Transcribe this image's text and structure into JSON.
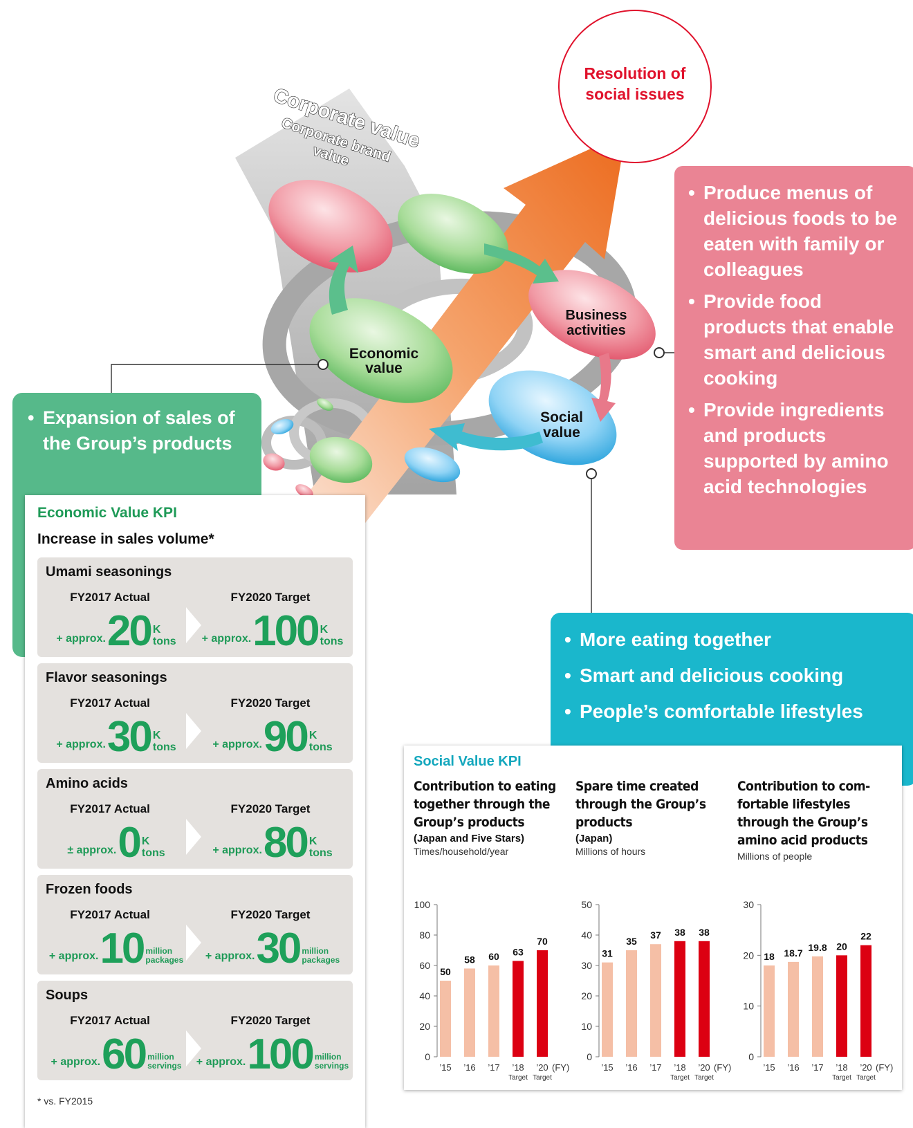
{
  "diagram": {
    "resolution_label_1": "Resolution of",
    "resolution_label_2": "social issues",
    "corporate_value": "Corporate value",
    "corporate_brand_1": "Corporate brand",
    "corporate_brand_2": "value",
    "business_1": "Business",
    "business_2": "activities",
    "economic_1": "Economic",
    "economic_2": "value",
    "social_1": "Social",
    "social_2": "value"
  },
  "green_box": {
    "items": [
      "Expansion of sales of the Group’s products"
    ]
  },
  "pink_box": {
    "items": [
      "Produce menus of delicious foods to be eaten with family or colleagues",
      "Provide food products that enable smart and delicious cooking",
      "Provide ingredients and products supported by amino acid technologies"
    ]
  },
  "teal_box": {
    "items": [
      "More eating together",
      "Smart and delicious cooking",
      "People’s comfortable lifestyles"
    ]
  },
  "economic_kpi": {
    "title": "Economic Value KPI",
    "subtitle": "Increase in sales volume*",
    "col_actual": "FY2017 Actual",
    "col_target": "FY2020 Target",
    "footnote": "* vs. FY2015",
    "cards": [
      {
        "name": "Umami seasonings",
        "actual_prefix": "+ approx.",
        "actual": "20",
        "target_prefix": "+ approx.",
        "target": "100",
        "unit_1": "K",
        "unit_2": "tons"
      },
      {
        "name": "Flavor seasonings",
        "actual_prefix": "+ approx.",
        "actual": "30",
        "target_prefix": "+ approx.",
        "target": "90",
        "unit_1": "K",
        "unit_2": "tons"
      },
      {
        "name": "Amino acids",
        "actual_prefix": "± approx.",
        "actual": "0",
        "target_prefix": "+ approx.",
        "target": "80",
        "unit_1": "K",
        "unit_2": "tons"
      },
      {
        "name": "Frozen foods",
        "actual_prefix": "+ approx.",
        "actual": "10",
        "target_prefix": "+ approx.",
        "target": "30",
        "unit_1": "million",
        "unit_2": "packages"
      },
      {
        "name": "Soups",
        "actual_prefix": "+ approx.",
        "actual": "60",
        "target_prefix": "+ approx.",
        "target": "100",
        "unit_1": "million",
        "unit_2": "servings"
      }
    ]
  },
  "social_kpi": {
    "title": "Social Value KPI"
  },
  "colors": {
    "actual_bar": "#f5bfa6",
    "target_bar": "#dc0012",
    "green": "#1ea05a",
    "teal": "#1ab7cc",
    "pink": "#ea8494"
  },
  "chart_data": [
    {
      "type": "bar",
      "title_lines": [
        "Contribution to eating",
        "together through the",
        "Group’s products"
      ],
      "subtitle": "(Japan and Five Stars)",
      "ylabel": "Times/household/year",
      "categories": [
        "’15",
        "’16",
        "’17",
        "’18",
        "’20"
      ],
      "category_notes": [
        "",
        "",
        "",
        "Target",
        "Target"
      ],
      "x_unit": "(FY)",
      "values": [
        50,
        58,
        60,
        63,
        70
      ],
      "value_labels": [
        "50",
        "58",
        "60",
        "63",
        "70"
      ],
      "is_target": [
        false,
        false,
        false,
        true,
        true
      ],
      "ylim": [
        0,
        100
      ],
      "yticks": [
        0,
        20,
        40,
        60,
        80,
        100
      ]
    },
    {
      "type": "bar",
      "title_lines": [
        "Spare time created",
        "through the Group’s",
        "products"
      ],
      "subtitle": "(Japan)",
      "ylabel": "Millions of hours",
      "categories": [
        "’15",
        "’16",
        "’17",
        "’18",
        "’20"
      ],
      "category_notes": [
        "",
        "",
        "",
        "Target",
        "Target"
      ],
      "x_unit": "(FY)",
      "values": [
        31,
        35,
        37,
        38,
        38
      ],
      "value_labels": [
        "31",
        "35",
        "37",
        "38",
        "38"
      ],
      "is_target": [
        false,
        false,
        false,
        true,
        true
      ],
      "ylim": [
        0,
        50
      ],
      "yticks": [
        0,
        10,
        20,
        30,
        40,
        50
      ]
    },
    {
      "type": "bar",
      "title_lines": [
        "Contribution to com-",
        "fortable lifestyles",
        "through the Group’s",
        "amino acid products"
      ],
      "subtitle": "",
      "ylabel": "Millions of people",
      "categories": [
        "’15",
        "’16",
        "’17",
        "’18",
        "’20"
      ],
      "category_notes": [
        "",
        "",
        "",
        "Target",
        "Target"
      ],
      "x_unit": "(FY)",
      "values": [
        18,
        18.7,
        19.8,
        20,
        22
      ],
      "value_labels": [
        "18",
        "18.7",
        "19.8",
        "20",
        "22"
      ],
      "is_target": [
        false,
        false,
        false,
        true,
        true
      ],
      "ylim": [
        0,
        30
      ],
      "yticks": [
        0,
        10,
        20,
        30
      ]
    }
  ]
}
